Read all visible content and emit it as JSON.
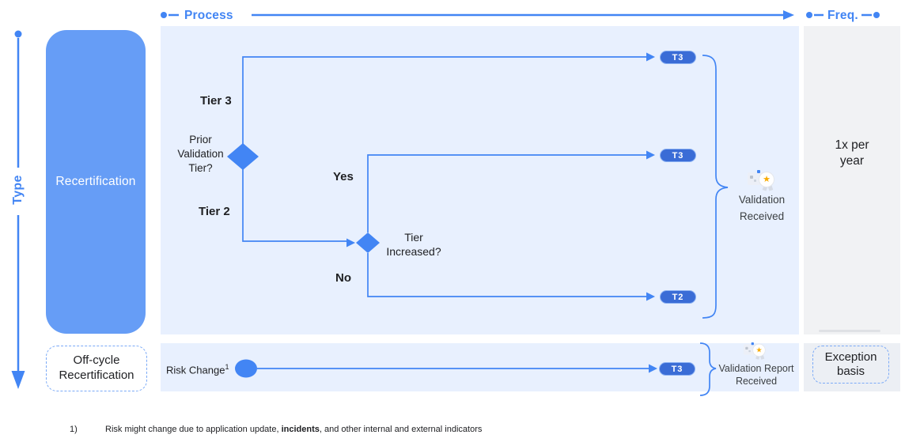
{
  "colors": {
    "accent": "#4285F4",
    "panel-blue": "#E8F0FE",
    "panel-gray": "#F1F2F4",
    "panel-gray2": "#ECEFF4",
    "box-blue": "#669DF6",
    "pill-fill": "#3A6CD6",
    "pill-border": "#8AB0F2",
    "dash-border": "#7BAAF7",
    "ink": "#202124",
    "muted": "#3C4043",
    "star": "#F9AB00"
  },
  "axes": {
    "process_label": "Process",
    "freq_label": "Freq.",
    "type_label": "Type"
  },
  "recert_row": {
    "type_label": "Recertification",
    "decision1_label": "Prior\nValidation\nTier?",
    "branch_top_label": "Tier 3",
    "branch_bottom_label": "Tier 2",
    "decision2_label": "Tier\nIncreased?",
    "yes_label": "Yes",
    "no_label": "No",
    "pills": [
      "T3",
      "T3",
      "T2"
    ],
    "outcome_icon": "certificate-star-icon",
    "outcome_label": "Validation\nReceived",
    "freq_label": "1x per\nyear"
  },
  "offcycle_row": {
    "type_label": "Off-cycle\nRecertification",
    "trigger_label": "Risk Change",
    "trigger_sup": "1",
    "pill": "T3",
    "outcome_icon": "certificate-star-icon",
    "outcome_label": "Validation Report\nReceived",
    "freq_label": "Exception\nbasis"
  },
  "footnote": {
    "marker": "1)",
    "text_before": "Risk might change due to application update, ",
    "text_bold": "incidents",
    "text_after": ", and other internal and external indicators"
  }
}
